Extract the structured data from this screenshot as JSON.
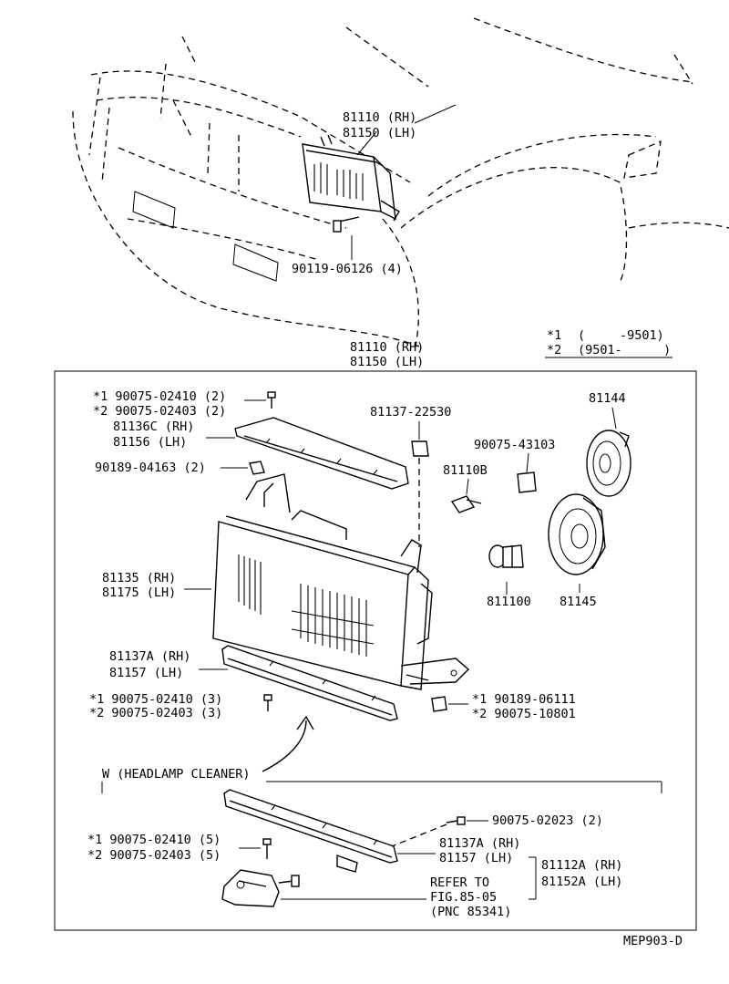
{
  "diagram_code": "MEP903-D",
  "top_view": {
    "headlamp_rh": "81110 (RH)",
    "headlamp_lh": "81150 (LH)",
    "bolt": "90119-06126 (4)"
  },
  "assembly_header": {
    "rh": "81110 (RH)",
    "lh": "81150 (LH)"
  },
  "legend": {
    "row1_mark": "*1",
    "row1_open": "(",
    "row1_value": "-9501)",
    "row2_mark": "*2",
    "row2_value": "(9501-",
    "row2_close": ")"
  },
  "parts": {
    "screw_upper_1": "*1  90075-02410 (2)",
    "screw_upper_2": "*2  90075-02403 (2)",
    "bracket_upper_rh": "81136C (RH)",
    "bracket_upper_lh": "81156  (LH)",
    "clip_upper": "90189-04163 (2)",
    "retainer": "81137-22530",
    "socket": "90075-43103",
    "bulb_sub": "81110B",
    "cover_upper": "81144",
    "unit_rh": "81135 (RH)",
    "unit_lh": "81175 (LH)",
    "bulb": "811100",
    "cover_lower": "81145",
    "bracket_lower_rh": "81137A (RH)",
    "bracket_lower_lh": "81157  (LH)",
    "screw_lower_1": "*1  90075-02410 (3)",
    "screw_lower_2": "*2  90075-02403 (3)",
    "adjuster_1": "*1  90189-06111",
    "adjuster_2": "*2  90075-10801"
  },
  "cleaner_section": {
    "title": "W (HEADLAMP CLEANER)",
    "screw": "90075-02023 (2)",
    "bracket_rh": "81137A (RH)",
    "bracket_lh": "81157  (LH)",
    "screw_1": "*1  90075-02410 (5)",
    "screw_2": "*2  90075-02403 (5)",
    "cleaner_rh": "81112A (RH)",
    "cleaner_lh": "81152A (LH)",
    "refer_1": "REFER TO",
    "refer_2": "FIG.85-05",
    "refer_3": "(PNC 85341)"
  }
}
